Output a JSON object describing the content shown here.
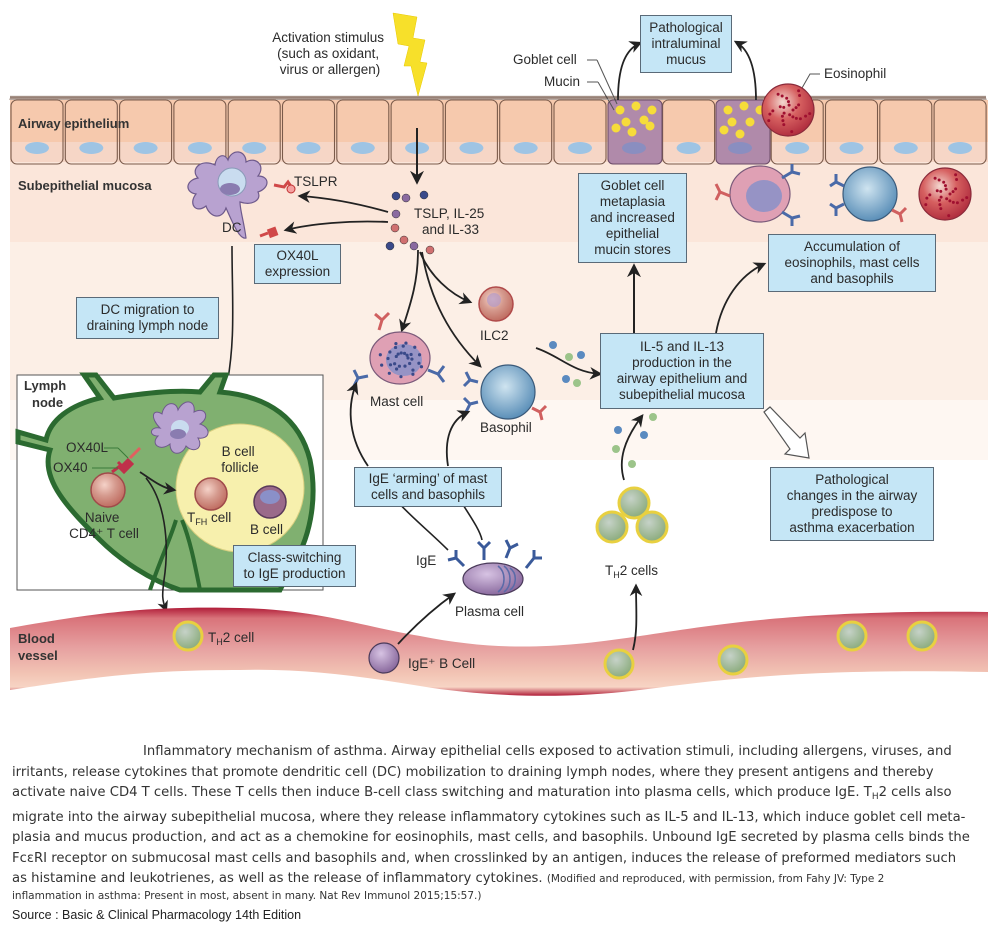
{
  "figure": {
    "title": "Inflammatory mechanism of asthma",
    "regions": {
      "airway_epithelium": "Airway epithelium",
      "subepithelial_mucosa": "Subepithelial mucosa",
      "lymph_node": "Lymph\nnode",
      "blood_vessel": "Blood\nvessel"
    },
    "labels": {
      "activation_stimulus": [
        "Activation stimulus",
        "(such as oxidant,",
        "virus or allergen)"
      ],
      "goblet_cell": "Goblet cell",
      "mucin": "Mucin",
      "eosinophil": "Eosinophil",
      "tslpr": "TSLPR",
      "dc": "DC",
      "cytokines": [
        "TSLP, IL-25",
        "and IL-33"
      ],
      "ilc2": "ILC2",
      "mast_cell": "Mast cell",
      "basophil": "Basophil",
      "ox40l": "OX40L",
      "ox40": "OX40",
      "naive_t": [
        "Naive",
        "CD4⁺ T cell"
      ],
      "b_follicle": [
        "B cell",
        "follicle"
      ],
      "tfh_prefix": "T",
      "tfh_sub": "FH",
      "tfh_suffix": " cell",
      "b_cell": "B cell",
      "ige": "IgE",
      "plasma_cell": "Plasma cell",
      "th2_cells_prefix": "T",
      "th2_cells_sub": "H",
      "th2_cells_suffix": "2 cells",
      "th2_cell_prefix": "T",
      "th2_cell_sub": "H",
      "th2_cell_suffix": "2 cell",
      "ige_b_cell": "IgE⁺ B Cell"
    },
    "boxes": {
      "pathological_mucus": "Pathological\nintraluminal\nmucus",
      "goblet_metaplasia": "Goblet cell\nmetaplasia\nand increased\nepithelial\nmucin stores",
      "ox40l_expression": "OX40L\nexpression",
      "dc_migration": "DC migration to\ndraining lymph node",
      "accumulation": "Accumulation of\neosinophils, mast cells\nand basophils",
      "il5_il13": "IL-5 and IL-13\nproduction in the\nairway epithelium and\nsubepithelial mucosa",
      "ige_arming": "IgE ‘arming’ of mast\ncells and basophils",
      "pathological_changes": "Pathological\nchanges in the airway\npredispose to\nasthma exacerbation",
      "class_switching": "Class-switching\nto IgE production"
    },
    "colors": {
      "box_fill": "#c5e6f6",
      "epithelium": "#f6c9ad",
      "mucosa": "#fbe6da",
      "lymph_green": "#2e7a3a",
      "vessel_red": "#b8203a",
      "th2_yellow": "#f3e25a"
    }
  },
  "caption": {
    "part1": "Inflammatory mechanism of asthma. Airway epithelial cells exposed to activation stimuli, including allergens, viruses, and irritants, release cytokines that promote dendritic cell (DC) mobilization to draining lymph nodes, where they present antigens and thereby activate naive CD4 T cells. These T cells then induce B-cell class switching and maturation into plasma cells, which produce IgE. T",
    "sub": "H",
    "part2": "2 cells also migrate into the airway subepithelial mucosa, where they release inflammatory cytokines such as IL-5 and IL-13, which induce goblet cell meta-plasia and mucus production, and act as a chemokine for eosinophils, mast cells, and basophils. Unbound IgE secreted by plasma cells binds the FcεRI receptor on submucosal mast cells and basophils and, when crosslinked by an antigen, induces the release of preformed mediators such as histamine and leukotrienes, as well as the release of inflammatory cytokines. ",
    "credit_a": "(Modified and reproduced, with permission, from Fahy JV: Type 2",
    "credit_b": "inflammation in asthma: Present in most, absent in many. Nat Rev Immunol 2015;15:57.)",
    "source": "Source : Basic & Clinical Pharmacology 14th Edition"
  }
}
